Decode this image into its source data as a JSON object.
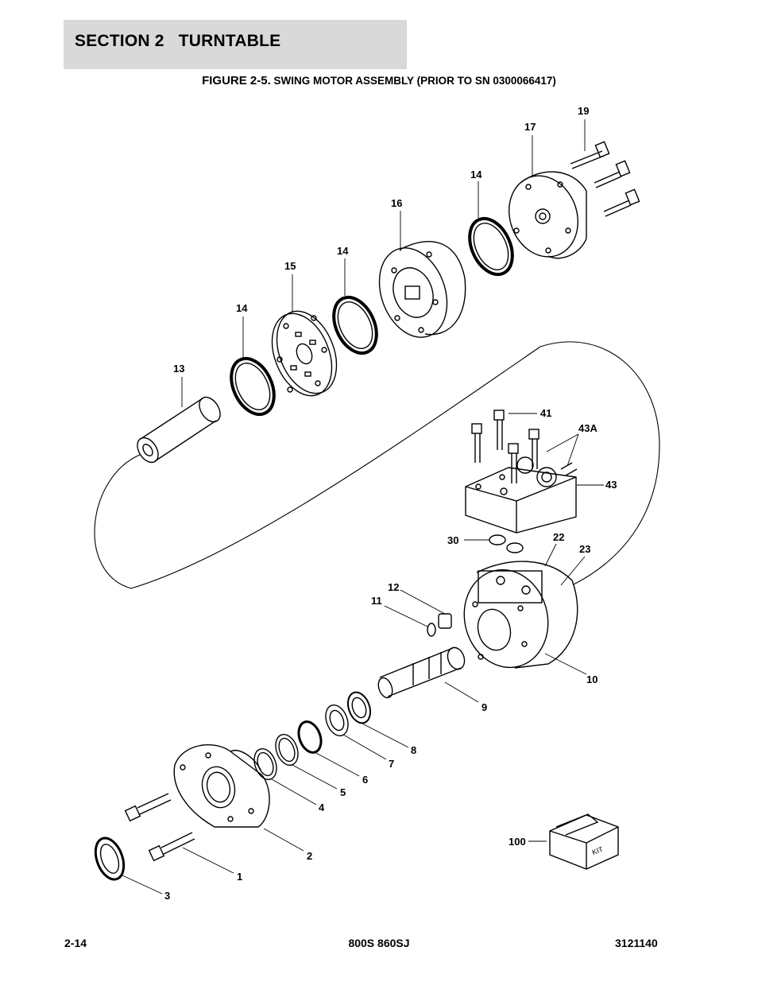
{
  "header": {
    "section": "SECTION 2   TURNTABLE",
    "figure_number": "FIGURE 2-5.",
    "figure_title": "SWING MOTOR ASSEMBLY (PRIOR TO SN 0300066417)"
  },
  "callouts": {
    "c1": "1",
    "c2": "2",
    "c3": "3",
    "c4": "4",
    "c5": "5",
    "c6": "6",
    "c7": "7",
    "c8": "8",
    "c9": "9",
    "c10": "10",
    "c11": "11",
    "c12": "12",
    "c13": "13",
    "c14a": "14",
    "c14b": "14",
    "c14c": "14",
    "c15": "15",
    "c16": "16",
    "c17": "17",
    "c19": "19",
    "c22": "22",
    "c23": "23",
    "c30": "30",
    "c41": "41",
    "c43": "43",
    "c43a": "43A",
    "c100": "100"
  },
  "kit_label": "KIT",
  "footer": {
    "page": "2-14",
    "model": "800S 860SJ",
    "doc_number": "3121140"
  }
}
